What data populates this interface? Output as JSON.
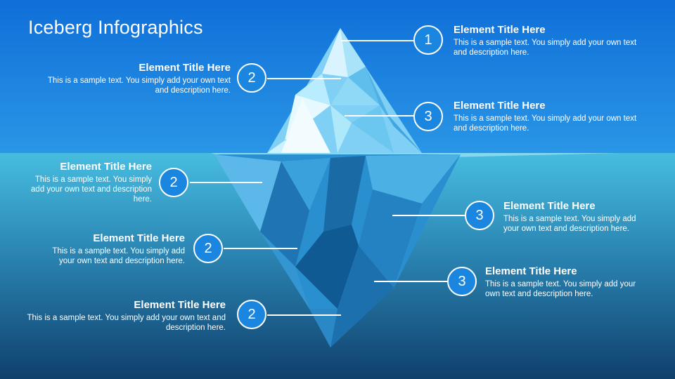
{
  "title": "Iceberg Infographics",
  "colors": {
    "sky_top": "#0f6fd8",
    "sky_bottom": "#2a96e6",
    "sea_top": "#47bde0",
    "sea_bottom": "#10406c",
    "badge": "#1b86e0"
  },
  "callouts": [
    {
      "number": "1",
      "title": "Element Title Here",
      "desc": "This is a sample text. You simply add your own text and description here."
    },
    {
      "number": "2",
      "title": "Element Title Here",
      "desc": "This is a sample text. You simply add your own text and description here."
    },
    {
      "number": "3",
      "title": "Element Title Here",
      "desc": "This is a sample text. You simply add your own text and description here."
    },
    {
      "number": "2",
      "title": "Element Title Here",
      "desc": "This is a sample text. You simply add your own text and description here."
    },
    {
      "number": "3",
      "title": "Element Title Here",
      "desc": "This is a sample text. You simply add your own text and description here."
    },
    {
      "number": "2",
      "title": "Element Title Here",
      "desc": "This is a sample text. You simply add your own text and description here."
    },
    {
      "number": "3",
      "title": "Element Title Here",
      "desc": "This is a sample text. You simply add your own text and description here."
    },
    {
      "number": "2",
      "title": "Element Title Here",
      "desc": "This is a sample text. You simply add your own text and description here."
    }
  ]
}
